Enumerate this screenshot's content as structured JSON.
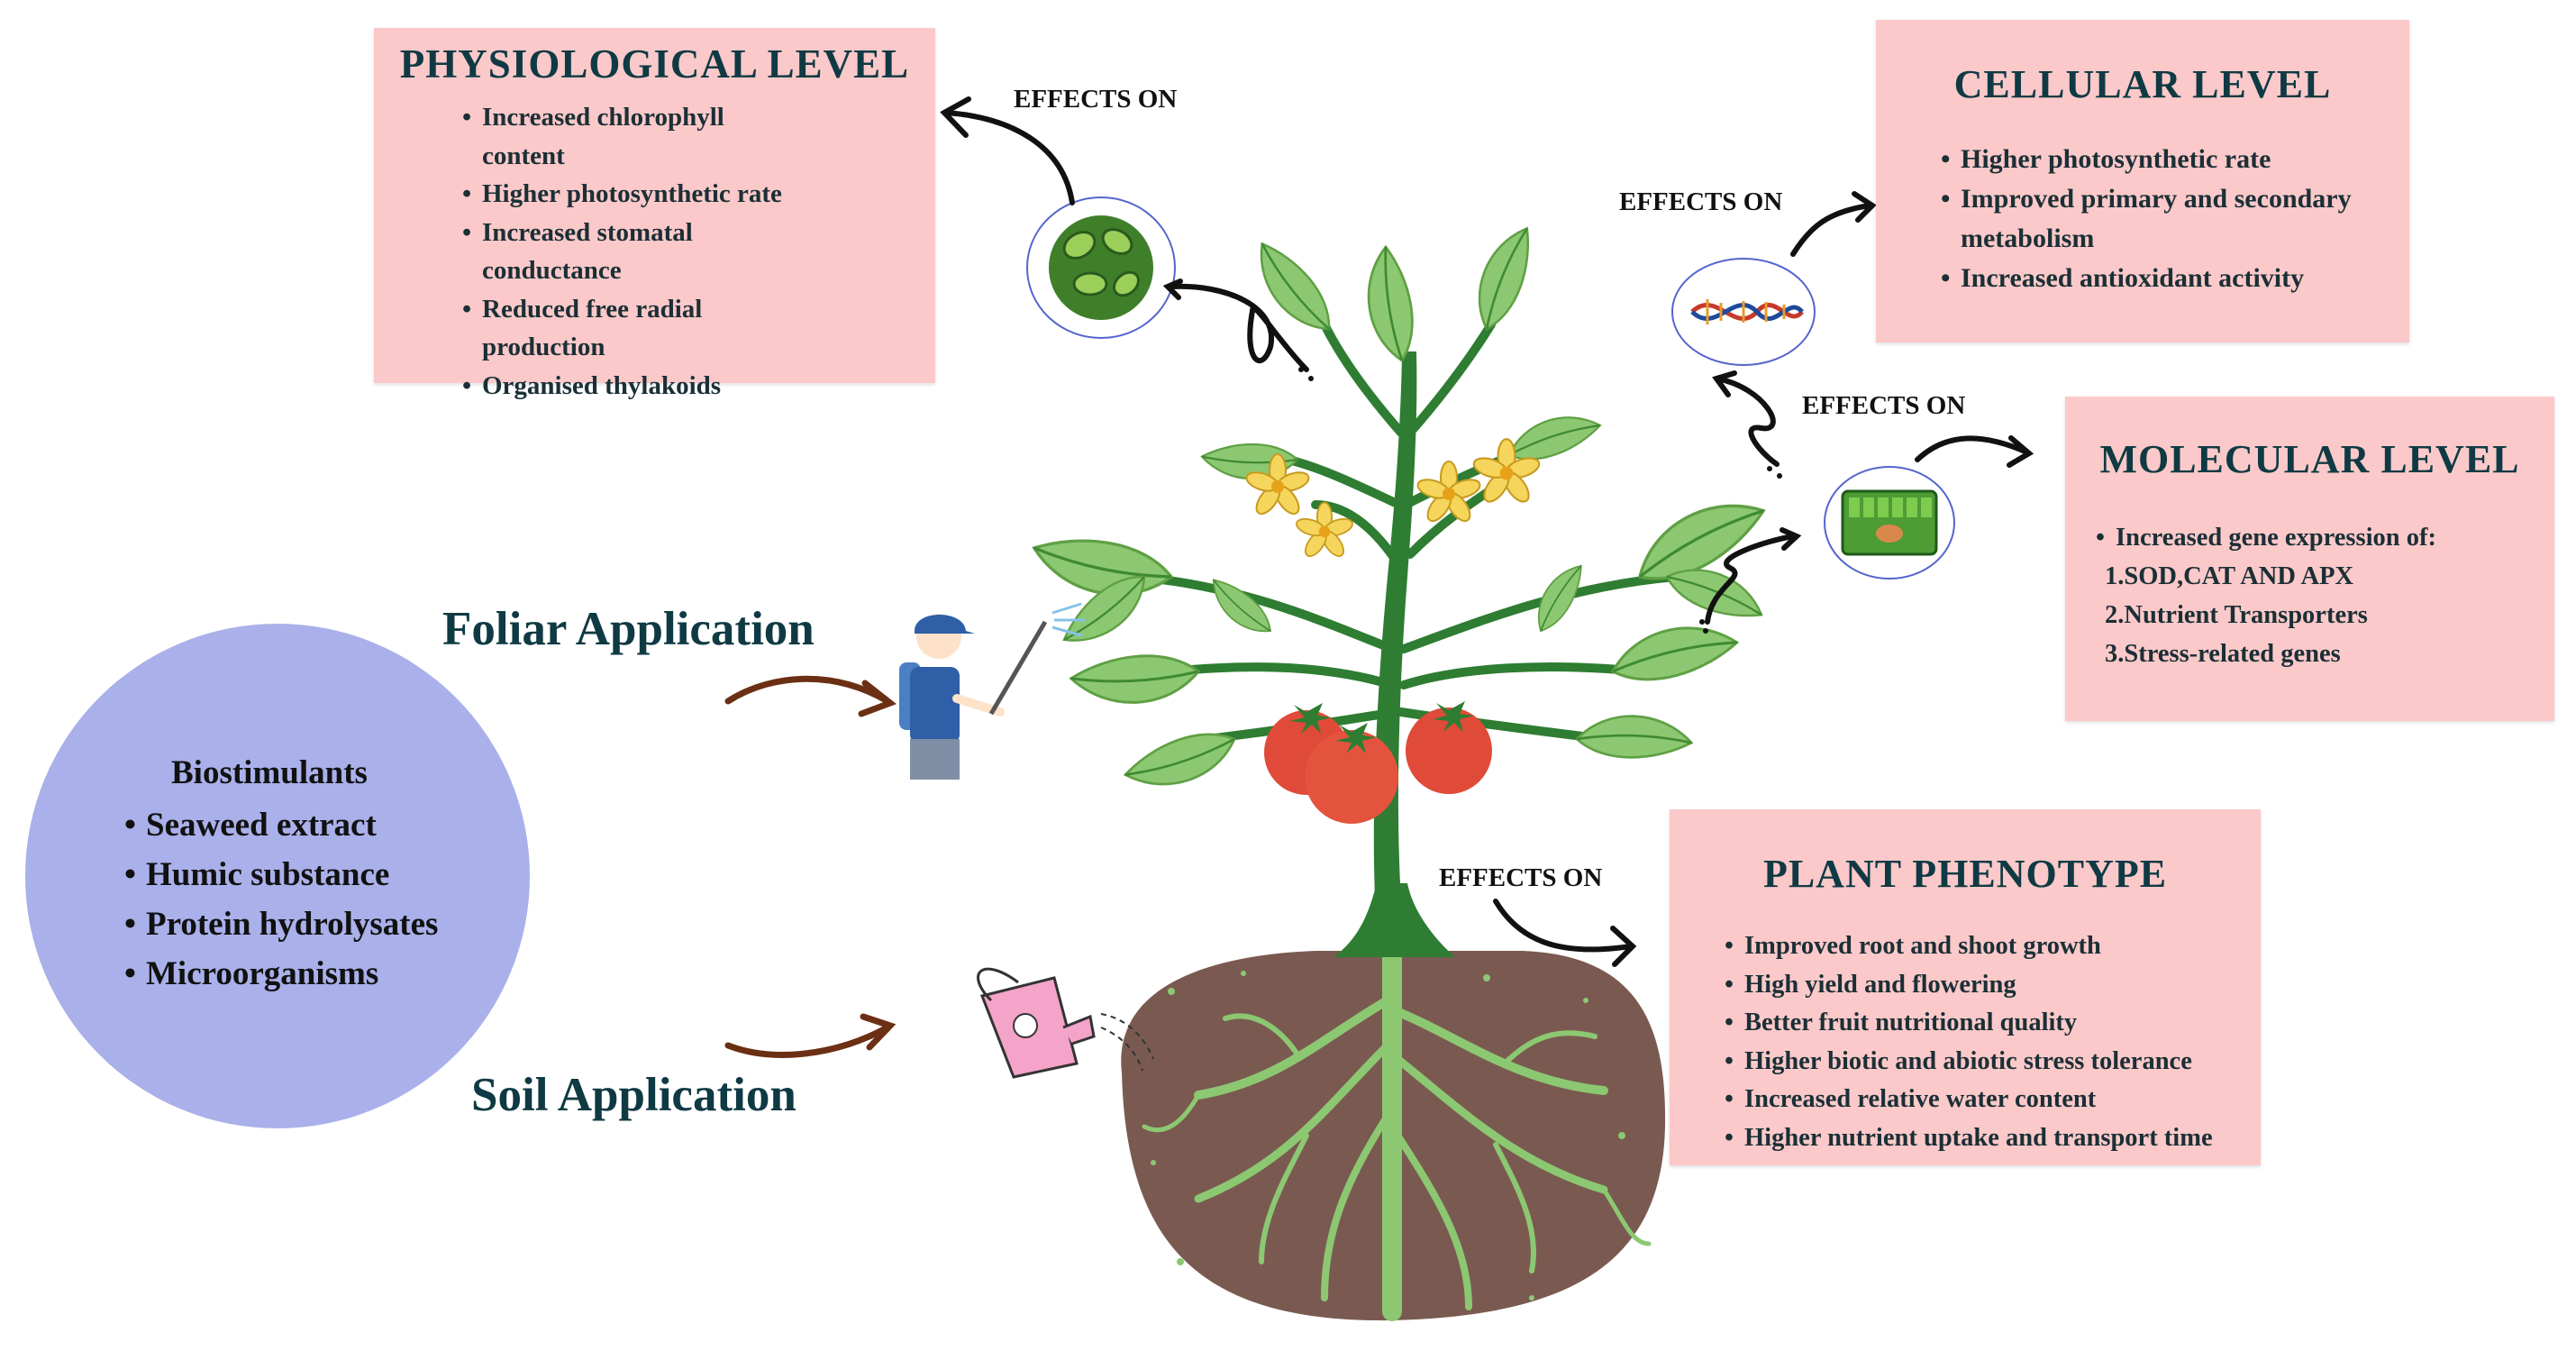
{
  "physiological": {
    "title": "PHYSIOLOGICAL LEVEL",
    "items": [
      "Increased chlorophyll content",
      "Higher photosynthetic rate",
      "Increased stomatal conductance",
      "Reduced free radial production",
      "Organised thylakoids"
    ]
  },
  "cellular": {
    "title": "CELLULAR LEVEL",
    "items": [
      "Higher photosynthetic rate",
      "Improved primary and secondary metabolism",
      "Increased antioxidant activity"
    ]
  },
  "molecular": {
    "title": "MOLECULAR LEVEL",
    "intro": "Increased gene expression of:",
    "items": [
      "1.SOD,CAT AND APX",
      "2.Nutrient Transporters",
      "3.Stress-related genes"
    ]
  },
  "phenotype": {
    "title": "PLANT PHENOTYPE",
    "items": [
      "Improved root and shoot growth",
      "High yield and flowering",
      "Better fruit nutritional quality",
      "Higher biotic and abiotic stress tolerance",
      "Increased relative water content",
      "Higher nutrient uptake and transport time"
    ]
  },
  "effects_label": "EFFECTS ON",
  "foliar_label": "Foliar Application",
  "soil_label": "Soil Application",
  "biostimulants": {
    "title": "Biostimulants",
    "items": [
      "Seaweed extract",
      "Humic substance",
      "Protein hydrolysates",
      "Microorganisms"
    ]
  },
  "colors": {
    "box_fill": "#fbc9c9",
    "title_text": "#0f3a44",
    "circle_fill": "#a9b0ea",
    "leaf": "#8cc872",
    "stem": "#2e7d32",
    "soil": "#7a5a50",
    "root": "#8cc872",
    "tomato": "#e04a38",
    "flower": "#f6d55c",
    "arrow_brown": "#6b2f14"
  }
}
